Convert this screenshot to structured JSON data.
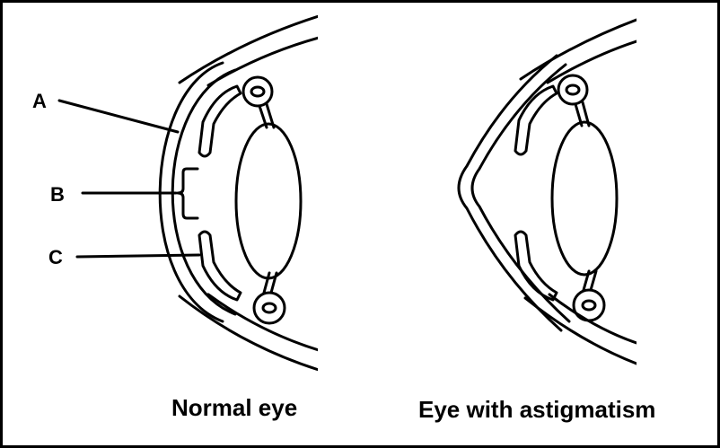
{
  "labels": {
    "a": "A",
    "b": "B",
    "c": "C"
  },
  "captions": {
    "normal": "Normal eye",
    "astigmatism": "Eye with astigmatism"
  },
  "colors": {
    "line": "#000000",
    "background": "#ffffff"
  }
}
